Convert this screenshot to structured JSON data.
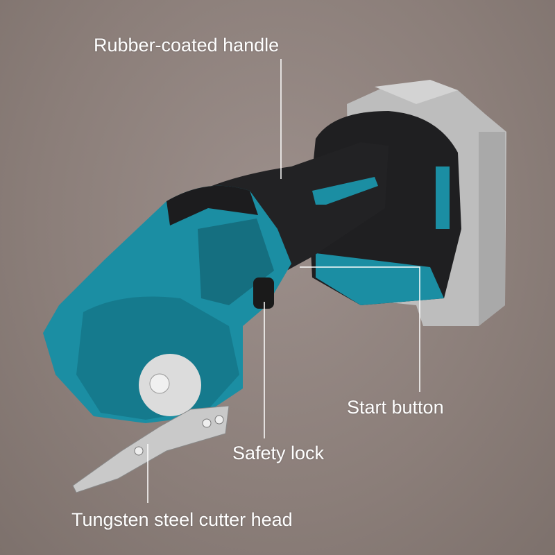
{
  "labels": {
    "handle": "Rubber-coated handle",
    "start_button": "Start button",
    "safety_lock": "Safety lock",
    "cutter_head": "Tungsten steel cutter head"
  },
  "colors": {
    "background": "#8b7e79",
    "body_teal": "#1b8ea3",
    "handle_black": "#1f1f21",
    "battery_gray": "#b9b9b9",
    "label_text": "#ffffff"
  }
}
